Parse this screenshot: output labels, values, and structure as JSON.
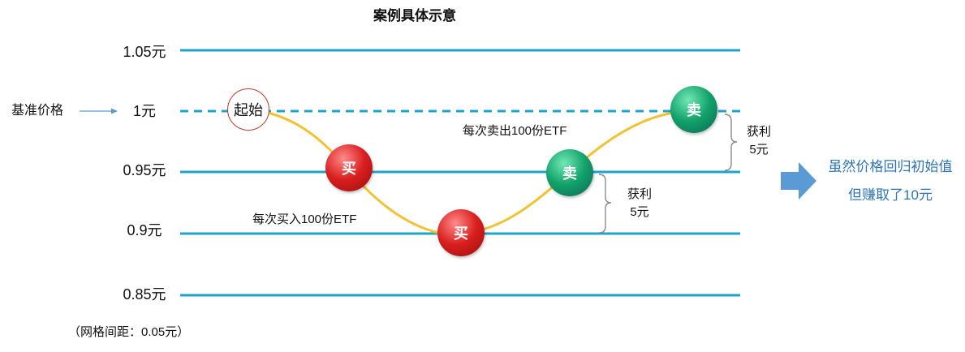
{
  "title": "案例具体示意",
  "baseline_label": "基准价格",
  "levels": [
    {
      "label": "1.05元"
    },
    {
      "label": "1元"
    },
    {
      "label": "0.95元"
    },
    {
      "label": "0.9元"
    },
    {
      "label": "0.85元"
    }
  ],
  "nodes": [
    {
      "label": "起始"
    },
    {
      "label": "买"
    },
    {
      "label": "买"
    },
    {
      "label": "卖"
    },
    {
      "label": "卖"
    }
  ],
  "trades": {
    "buy_note": "每次买入100份ETF",
    "sell_note": "每次卖出100份ETF"
  },
  "profits": [
    {
      "label": "获利",
      "amount": "5元"
    },
    {
      "label": "获利",
      "amount": "5元"
    }
  ],
  "conclusion": {
    "line1": "虽然价格回归初始值",
    "line2": "但赚取了10元"
  },
  "grid_note": "（网格间距：0.05元）",
  "colors": {
    "grid_line": "#1fa3cc",
    "price_curve": "#f1c232",
    "buy": "#d91f1f",
    "sell": "#12a26a",
    "start_border": "#c0392b",
    "conclusion_text": "#2e75b6",
    "arrow": "#5b9bd5"
  }
}
